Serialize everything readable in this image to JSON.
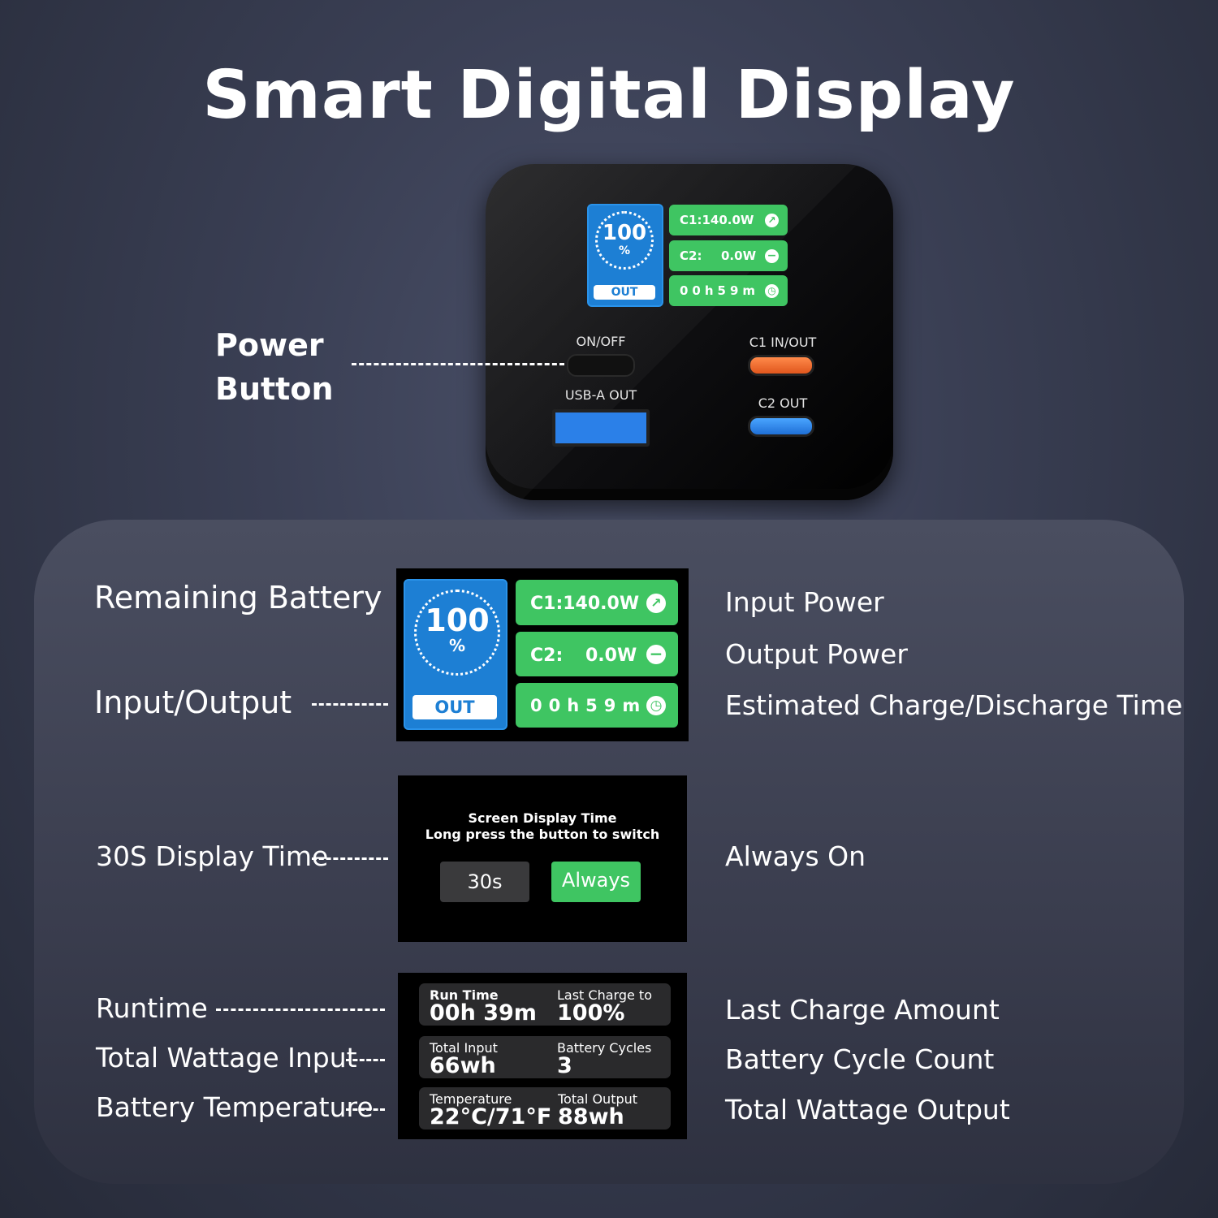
{
  "title": "Smart Digital Display",
  "device": {
    "screen": {
      "battery_percent": "100",
      "percent_sign": "%",
      "mode": "OUT",
      "c1": "C1:140.0W",
      "c2_label": "C2:",
      "c2_value": "0.0W",
      "time": "00h59m"
    },
    "labels": {
      "on_off": "ON/OFF",
      "usb_a_out": "USB-A OUT",
      "c1_in_out": "C1 IN/OUT",
      "c2_out": "C2 OUT"
    }
  },
  "power_button_label": {
    "line1": "Power",
    "line2": "Button"
  },
  "panel": {
    "left_labels": {
      "remaining_battery": "Remaining Battery",
      "input_output": "Input/Output",
      "display_time": "30S Display Time",
      "runtime": "Runtime",
      "total_wattage_input": "Total Wattage Input",
      "battery_temperature": "Battery Temperature"
    },
    "right_labels": {
      "input_power": "Input Power",
      "output_power": "Output Power",
      "estimated_time": "Estimated Charge/Discharge Time",
      "always_on": "Always On",
      "last_charge_amount": "Last Charge Amount",
      "battery_cycle_count": "Battery Cycle Count",
      "total_wattage_output": "Total Wattage Output"
    },
    "screen_display": {
      "title": "Screen Display Time",
      "subtitle": "Long press the button to switch",
      "option_30s": "30s",
      "option_always": "Always"
    },
    "stats": {
      "run_time_label": "Run Time",
      "run_time_value": "00h 39m",
      "last_charge_label": "Last Charge to",
      "last_charge_value": "100%",
      "total_input_label": "Total Input",
      "total_input_value": "66wh",
      "battery_cycles_label": "Battery Cycles",
      "battery_cycles_value": "3",
      "temperature_label": "Temperature",
      "temperature_value": "22°C/71°F",
      "total_output_label": "Total Output",
      "total_output_value": "88wh"
    }
  },
  "colors": {
    "screen_blue": "#1d7fd4",
    "screen_green": "#3fc562",
    "port_orange": "#ff7a3a",
    "port_blue": "#2b80e8"
  }
}
